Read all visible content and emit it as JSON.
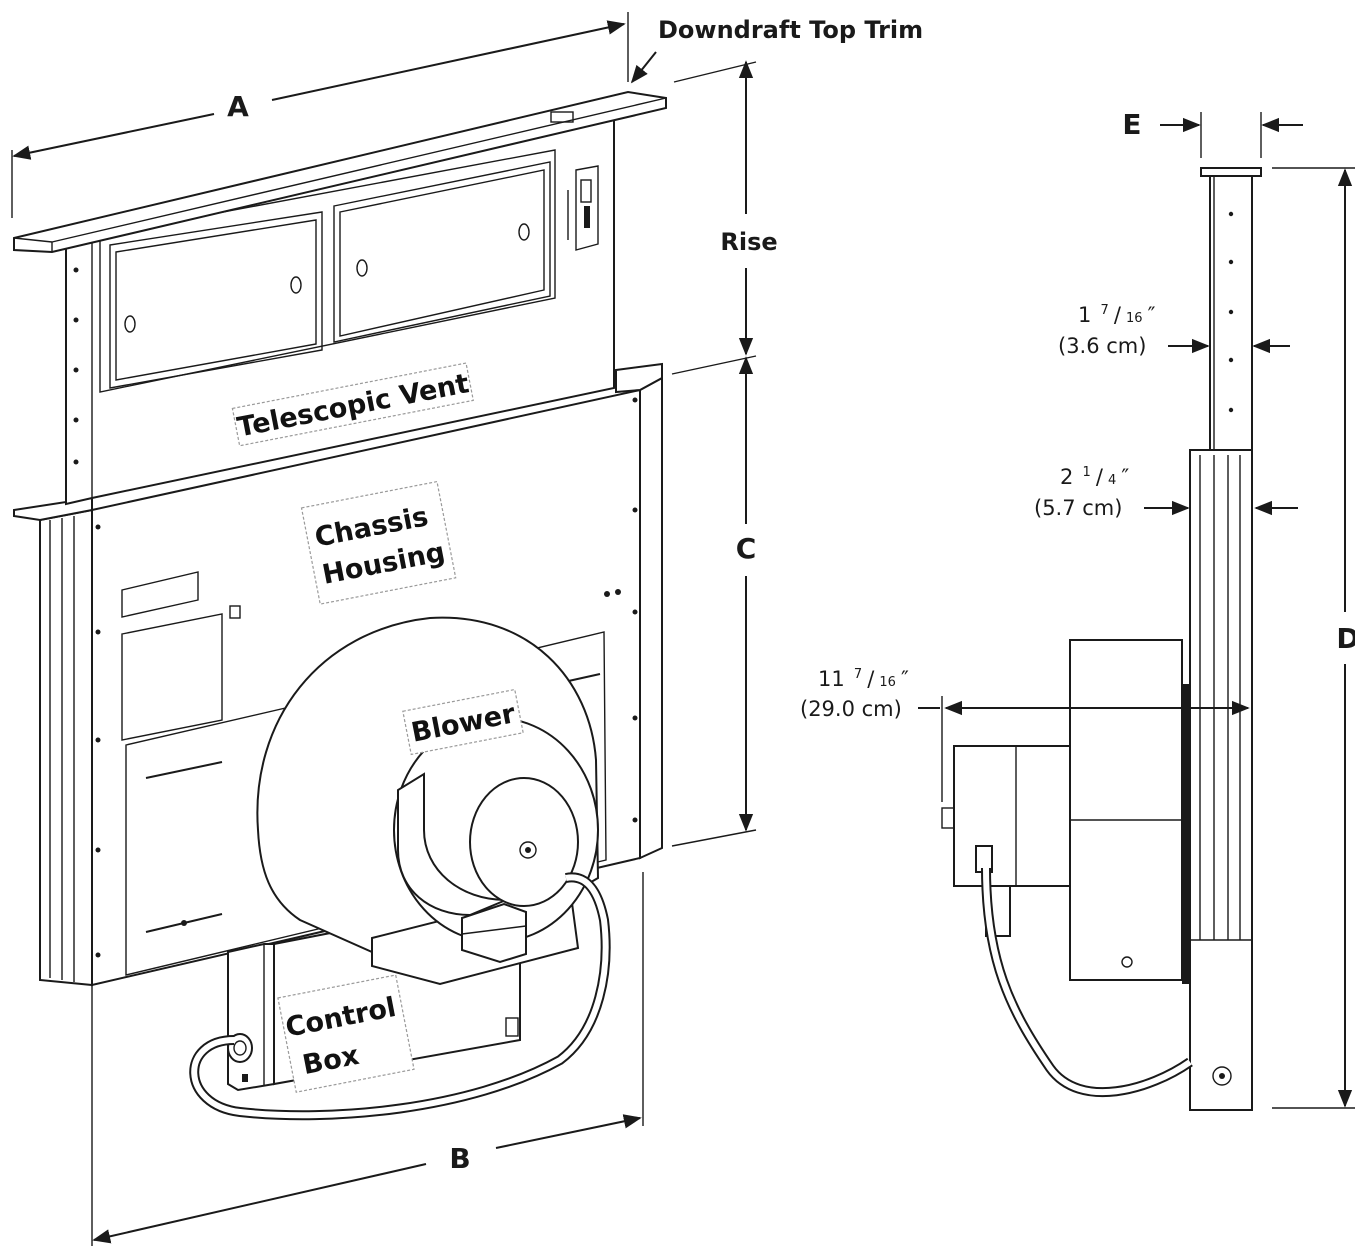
{
  "callouts": {
    "top_trim": "Downdraft Top Trim",
    "rise": "Rise"
  },
  "dimensions": {
    "a": "A",
    "b": "B",
    "c": "C",
    "d": "D",
    "e": "E"
  },
  "parts": {
    "telescopic_vent": "Telescopic Vent",
    "chassis_line1": "Chassis",
    "chassis_line2": "Housing",
    "blower": "Blower",
    "control_line1": "Control",
    "control_line2": "Box"
  },
  "measurements": {
    "vent_thickness": {
      "whole": "1",
      "numerator": "7",
      "denominator": "16",
      "inch_mark": "″",
      "metric": "(3.6 cm)"
    },
    "chassis_thickness": {
      "whole": "2",
      "numerator": "1",
      "denominator": "4",
      "inch_mark": "″",
      "metric": "(5.7 cm)"
    },
    "blower_depth": {
      "whole": "11",
      "numerator": "7",
      "denominator": "16",
      "inch_mark": "″",
      "metric": "(29.0 cm)"
    }
  }
}
